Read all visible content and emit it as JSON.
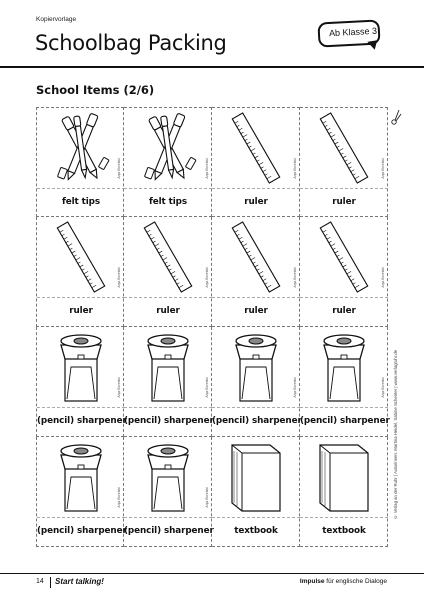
{
  "header": {
    "kopiervorlage": "Kopiervorlage",
    "title": "Schoolbag Packing",
    "badge": "Ab Klasse 3"
  },
  "section": {
    "title": "School Items (2/6)"
  },
  "cards": [
    {
      "label": "felt tips",
      "icon": "felt-tips-icon"
    },
    {
      "label": "felt tips",
      "icon": "felt-tips-icon"
    },
    {
      "label": "ruler",
      "icon": "ruler-icon"
    },
    {
      "label": "ruler",
      "icon": "ruler-icon"
    },
    {
      "label": "ruler",
      "icon": "ruler-icon"
    },
    {
      "label": "ruler",
      "icon": "ruler-icon"
    },
    {
      "label": "ruler",
      "icon": "ruler-icon"
    },
    {
      "label": "ruler",
      "icon": "ruler-icon"
    },
    {
      "label": "(pencil) sharpener",
      "icon": "sharpener-icon"
    },
    {
      "label": "(pencil) sharpener",
      "icon": "sharpener-icon"
    },
    {
      "label": "(pencil) sharpener",
      "icon": "sharpener-icon"
    },
    {
      "label": "(pencil) sharpener",
      "icon": "sharpener-icon"
    },
    {
      "label": "(pencil) sharpener",
      "icon": "sharpener-icon"
    },
    {
      "label": "(pencil) sharpener",
      "icon": "sharpener-icon"
    },
    {
      "label": "textbook",
      "icon": "textbook-icon"
    },
    {
      "label": "textbook",
      "icon": "textbook-icon"
    }
  ],
  "credit": "Anja Boretzki",
  "copyright": "© Verlag an der Ruhr | Autorinnen: Martina Heidel, Sabine Schenter | www.verlagruhr.de",
  "footer": {
    "page_number": "14",
    "series": "Start talking!",
    "impulse_bold": "Impulse",
    "impulse_rest": " für englische Dialoge"
  }
}
